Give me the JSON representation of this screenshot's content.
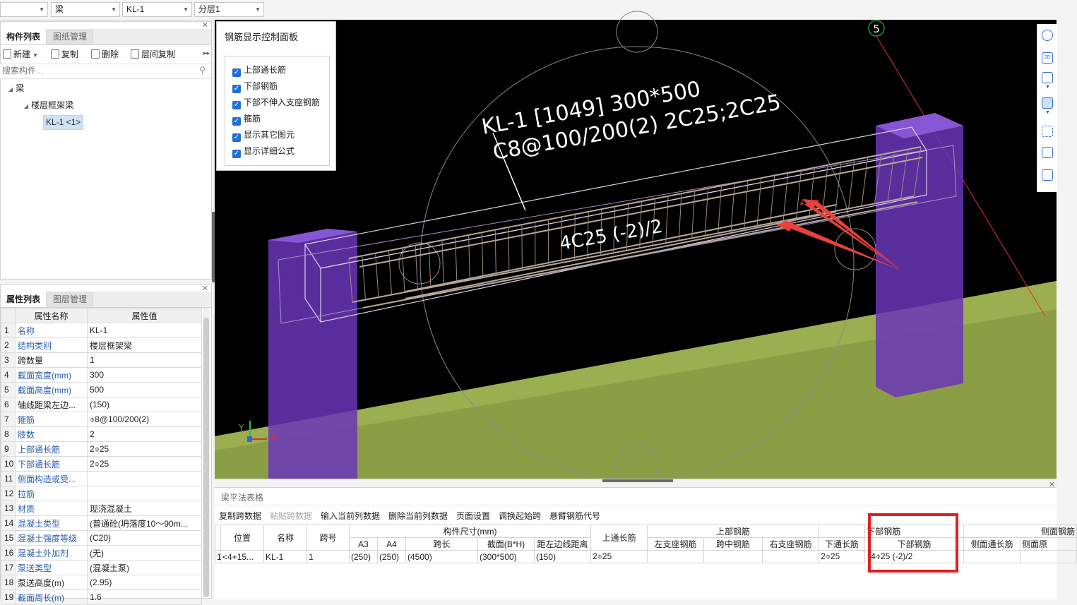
{
  "top_bar": {
    "combo1": "",
    "combo2": "梁",
    "combo3": "KL-1",
    "combo4": "分层1"
  },
  "component_panel": {
    "tab_active": "构件列表",
    "tab_inactive": "图纸管理",
    "toolbar": [
      "新建",
      "复制",
      "删除",
      "层间复制"
    ],
    "search_placeholder": "搜索构件...",
    "tree": {
      "root": "梁",
      "child": "楼层框架梁",
      "leaf": "KL-1 <1>"
    }
  },
  "property_panel": {
    "tab_active": "属性列表",
    "tab_inactive": "图层管理",
    "header_name": "属性名称",
    "header_value": "属性值",
    "rows": [
      {
        "n": "1",
        "name": "名称",
        "value": "KL-1",
        "link": true
      },
      {
        "n": "2",
        "name": "结构类别",
        "value": "楼层框架梁",
        "link": true
      },
      {
        "n": "3",
        "name": "跨数量",
        "value": "1",
        "link": false
      },
      {
        "n": "4",
        "name": "截面宽度(mm)",
        "value": "300",
        "link": true
      },
      {
        "n": "5",
        "name": "截面高度(mm)",
        "value": "500",
        "link": true
      },
      {
        "n": "6",
        "name": "轴线距梁左边...",
        "value": "(150)",
        "link": false
      },
      {
        "n": "7",
        "name": "箍筋",
        "value": "⌽8@100/200(2)",
        "link": true
      },
      {
        "n": "8",
        "name": "肢数",
        "value": "2",
        "link": true
      },
      {
        "n": "9",
        "name": "上部通长筋",
        "value": "2⌽25",
        "link": true
      },
      {
        "n": "10",
        "name": "下部通长筋",
        "value": "2⌽25",
        "link": true
      },
      {
        "n": "11",
        "name": "侧面构造或受...",
        "value": "",
        "link": true
      },
      {
        "n": "12",
        "name": "拉筋",
        "value": "",
        "link": true
      },
      {
        "n": "13",
        "name": "材质",
        "value": "现浇混凝土",
        "link": true
      },
      {
        "n": "14",
        "name": "混凝土类型",
        "value": "(普通砼(坍落度10～90m...",
        "link": true
      },
      {
        "n": "15",
        "name": "混凝土强度等级",
        "value": "(C20)",
        "link": true
      },
      {
        "n": "16",
        "name": "混凝土外加剂",
        "value": "(无)",
        "link": true
      },
      {
        "n": "17",
        "name": "泵送类型",
        "value": "(混凝土泵)",
        "link": true
      },
      {
        "n": "18",
        "name": "泵送高度(m)",
        "value": "(2.95)",
        "link": false
      },
      {
        "n": "19",
        "name": "截面周长(m)",
        "value": "1.6",
        "link": true
      }
    ]
  },
  "control_panel": {
    "title": "钢筋显示控制面板",
    "items": [
      "上部通长筋",
      "下部钢筋",
      "下部不伸入支座钢筋",
      "箍筋",
      "显示其它图元",
      "显示详细公式"
    ]
  },
  "viewport": {
    "label_line1": "KL-1 [1049] 300*500",
    "label_line2": "C8@100/200(2) 2C25;2C25",
    "label_bottom": "4C25 (-2)/2",
    "axis_marker": "5",
    "axis_x": "X",
    "axis_y": "Y"
  },
  "bottom_table": {
    "title": "梁平法表格",
    "toolbar": [
      "复制跨数据",
      "粘贴跨数据",
      "输入当前列数据",
      "删除当前列数据",
      "页面设置",
      "调换起始跨",
      "悬臂钢筋代号"
    ],
    "toolbar_disabled": [
      false,
      true,
      false,
      false,
      false,
      false,
      false
    ],
    "headers": {
      "position": "位置",
      "name": "名称",
      "span_no": "跨号",
      "dims_group": "构件尺寸(mm)",
      "dims": [
        "A3",
        "A4",
        "跨长",
        "截面(B*H)",
        "距左边线距离"
      ],
      "top_through": "上通长筋",
      "top_group": "上部钢筋",
      "top": [
        "左支座钢筋",
        "跨中钢筋",
        "右支座钢筋"
      ],
      "bottom_through": "下通长筋",
      "bottom_group": "下部钢筋",
      "bottom": "下部钢筋",
      "side_group": "侧面钢筋",
      "side": [
        "侧面通长筋",
        "侧面原"
      ]
    },
    "row": {
      "idx": "1",
      "position": "<4+15...",
      "name": "KL-1",
      "span_no": "1",
      "a3": "(250)",
      "a4": "(250)",
      "span_len": "(4500)",
      "section": "(300*500)",
      "dist": "(150)",
      "top_through": "2⌽25",
      "left_support": "",
      "mid": "",
      "right_support": "",
      "bottom_through": "2⌽25",
      "bottom_rebar": "4⌽25 (-2)/2",
      "side_through": "",
      "side_orig": ""
    },
    "highlight_color": "#e02020"
  },
  "colors": {
    "column": "#7a3fd0",
    "ground": "#8c9e45",
    "accent": "#1e6fd9"
  }
}
